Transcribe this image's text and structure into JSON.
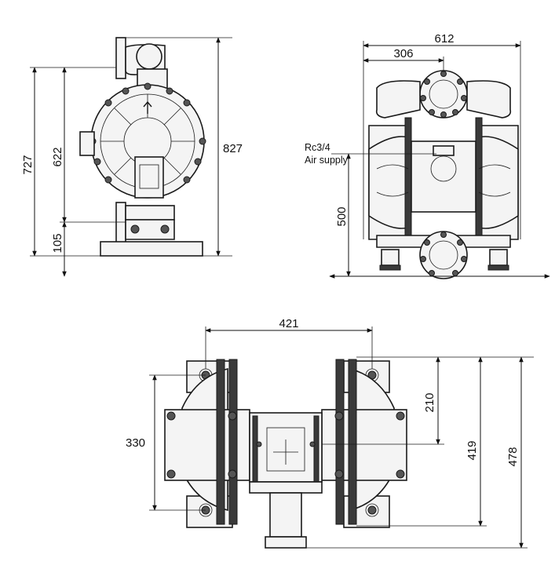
{
  "front_view": {
    "height_727": "727",
    "height_622": "622",
    "height_105": "105",
    "height_827": "827"
  },
  "side_view": {
    "width_612": "612",
    "width_306": "306",
    "height_500": "500",
    "air_label_line1": "Rc3/4",
    "air_label_line2": "Air supply"
  },
  "top_view": {
    "width_421": "421",
    "height_330": "330",
    "height_210": "210",
    "height_419": "419",
    "height_478": "478"
  }
}
